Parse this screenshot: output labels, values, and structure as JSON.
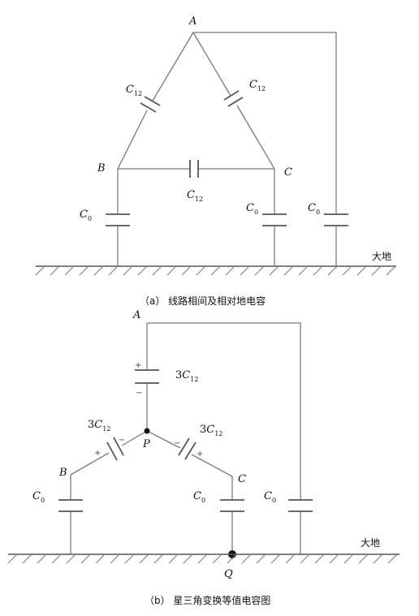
{
  "diagram_a": {
    "nodes": {
      "A": "A",
      "B": "B",
      "C": "C"
    },
    "line_caps": {
      "AB": "C",
      "AC": "C",
      "BC": "C",
      "sub": "12"
    },
    "ground_caps": {
      "B": "C",
      "C": "C",
      "A": "C",
      "sub": "0"
    },
    "ground_label": "大地",
    "caption": "（a）  线路相间及相对地电容"
  },
  "diagram_b": {
    "nodes": {
      "A": "A",
      "B": "B",
      "C": "C",
      "P": "P",
      "Q": "Q"
    },
    "star_caps": {
      "coef": "3",
      "name": "C",
      "sub": "12"
    },
    "ground_caps": {
      "name": "C",
      "sub": "0"
    },
    "signs": {
      "plus": "+",
      "minus": "−"
    },
    "ground_label": "大地",
    "caption": "（b）  星三角变换等值电容图"
  }
}
